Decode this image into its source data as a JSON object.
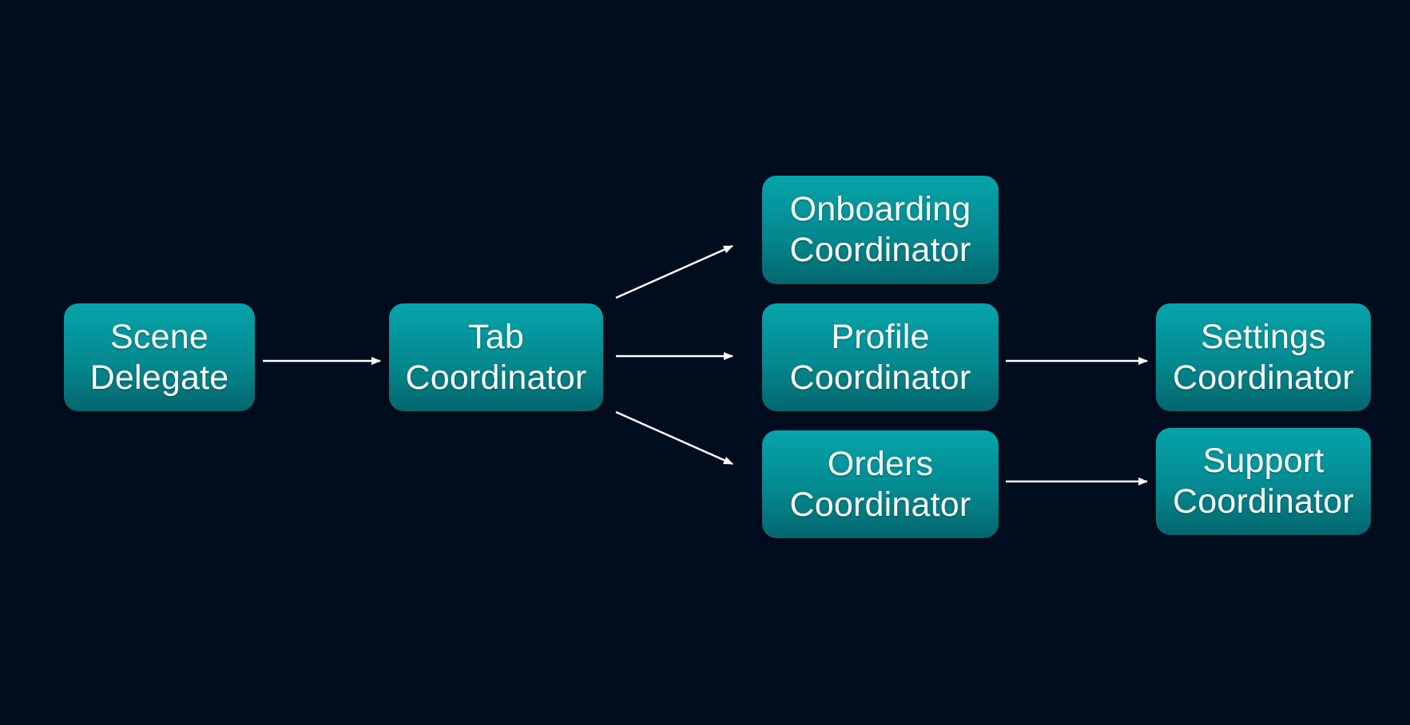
{
  "diagram": {
    "background_color": "#000d1e",
    "node_color": "#048990",
    "edge_color": "#ffffff",
    "nodes": {
      "scene_delegate": {
        "line1": "Scene",
        "line2": "Delegate"
      },
      "tab_coordinator": {
        "line1": "Tab",
        "line2": "Coordinator"
      },
      "onboarding_coordinator": {
        "line1": "Onboarding",
        "line2": "Coordinator"
      },
      "profile_coordinator": {
        "line1": "Profile",
        "line2": "Coordinator"
      },
      "orders_coordinator": {
        "line1": "Orders",
        "line2": "Coordinator"
      },
      "settings_coordinator": {
        "line1": "Settings",
        "line2": "Coordinator"
      },
      "support_coordinator": {
        "line1": "Support",
        "line2": "Coordinator"
      }
    },
    "edges": [
      {
        "from": "scene_delegate",
        "to": "tab_coordinator"
      },
      {
        "from": "tab_coordinator",
        "to": "onboarding_coordinator"
      },
      {
        "from": "tab_coordinator",
        "to": "profile_coordinator"
      },
      {
        "from": "tab_coordinator",
        "to": "orders_coordinator"
      },
      {
        "from": "profile_coordinator",
        "to": "settings_coordinator"
      },
      {
        "from": "orders_coordinator",
        "to": "support_coordinator"
      }
    ]
  }
}
